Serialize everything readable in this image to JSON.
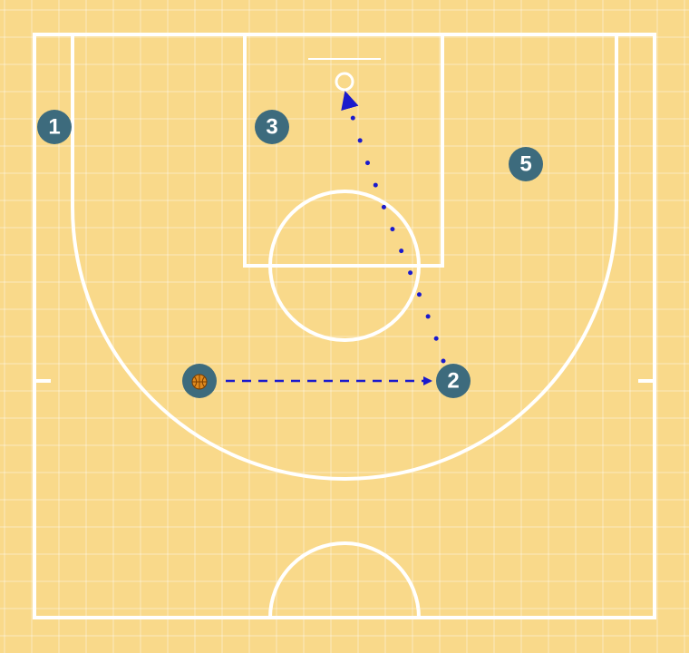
{
  "colors": {
    "court_background": "#f9d98a",
    "court_lines": "#ffffff",
    "player_fill": "#3d6b7d",
    "player_text": "#ffffff",
    "play_lines": "#1a1acc",
    "ball": "#e08a1e"
  },
  "players": [
    {
      "id": "p1",
      "label": "1"
    },
    {
      "id": "p2",
      "label": "2"
    },
    {
      "id": "p3",
      "label": "3"
    },
    {
      "id": "p4",
      "label": "",
      "has_ball": true
    },
    {
      "id": "p5",
      "label": "5"
    }
  ],
  "actions": [
    {
      "type": "pass",
      "from": "p4",
      "to": "p2",
      "style": "dashed-arrow"
    },
    {
      "type": "dribble-path",
      "from": "p2",
      "to": "basket",
      "style": "dotted-arrow"
    }
  ],
  "icons": {
    "ball": "basketball-icon"
  }
}
